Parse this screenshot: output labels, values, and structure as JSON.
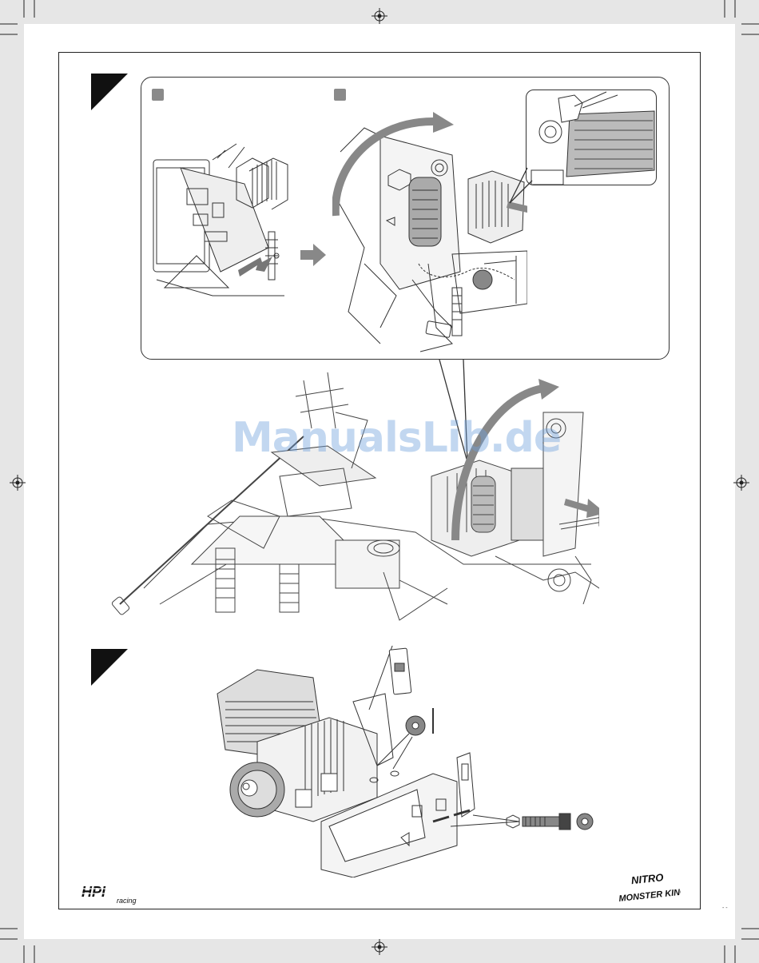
{
  "document": {
    "watermark": "ManualsLib.de",
    "page_number": "- -"
  },
  "logos": {
    "left": "HPI RACING",
    "right_line1": "NITRO",
    "right_line2": "MONSTER KING"
  },
  "colors": {
    "page_bg": "#e6e6e6",
    "paper": "#ffffff",
    "line": "#222222",
    "arrow_gray": "#888888",
    "watermark": "#6ea0dc"
  },
  "icons": {
    "registration": "registration-mark-icon",
    "direction_arrow": "gray-arrow-icon",
    "step_marker": "black-triangle-icon",
    "hex_nut": "hex-nut-icon",
    "washer": "washer-icon",
    "screw": "cap-screw-icon"
  }
}
